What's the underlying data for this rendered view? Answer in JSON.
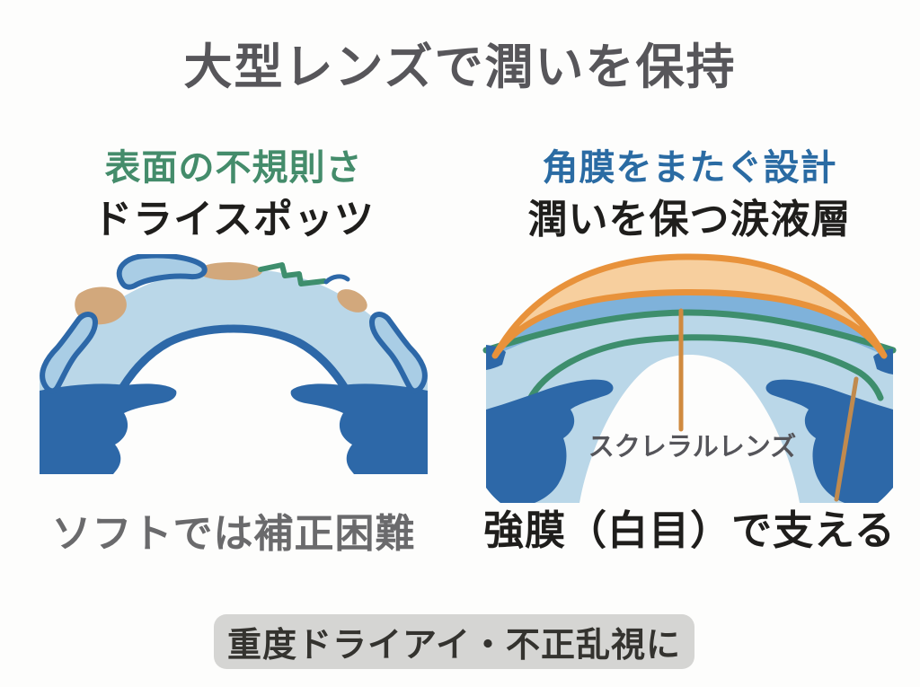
{
  "title": "大型レンズで潤いを保持",
  "left_panel": {
    "heading_green": "表面の不規則さ",
    "heading_black": "ドライスポッツ",
    "caption": "ソフトでは補正困難"
  },
  "right_panel": {
    "heading_blue": "角膜をまたぐ設計",
    "heading_black": "潤いを保つ涙液層",
    "lens_label": "スクレラルレンズ",
    "caption": "強膜（白目）で支える"
  },
  "footer": {
    "badge": "重度ドライアイ・不正乱視に"
  },
  "colors": {
    "background": "#fdfdfc",
    "title_gray": "#57565a",
    "green_heading": "#448c6b",
    "blue_heading": "#2a6ba3",
    "black_text": "#1f1e1c",
    "gray_text": "#6a6a6c",
    "label_gray": "#55555a",
    "badge_bg": "#d5d5d3",
    "badge_text": "#34332f",
    "dark_blue": "#2d68a8",
    "light_blue": "#bad7e8",
    "pale_blue": "#a9cde5",
    "mid_blue": "#7fb2da",
    "green_line": "#3e8e6d",
    "tan_spot": "#d2a87c",
    "lens_fill": "#f7cf9e",
    "lens_outline": "#e8923b",
    "pointer_orange": "#d08a3f",
    "pointer_tan": "#c08a4e"
  }
}
